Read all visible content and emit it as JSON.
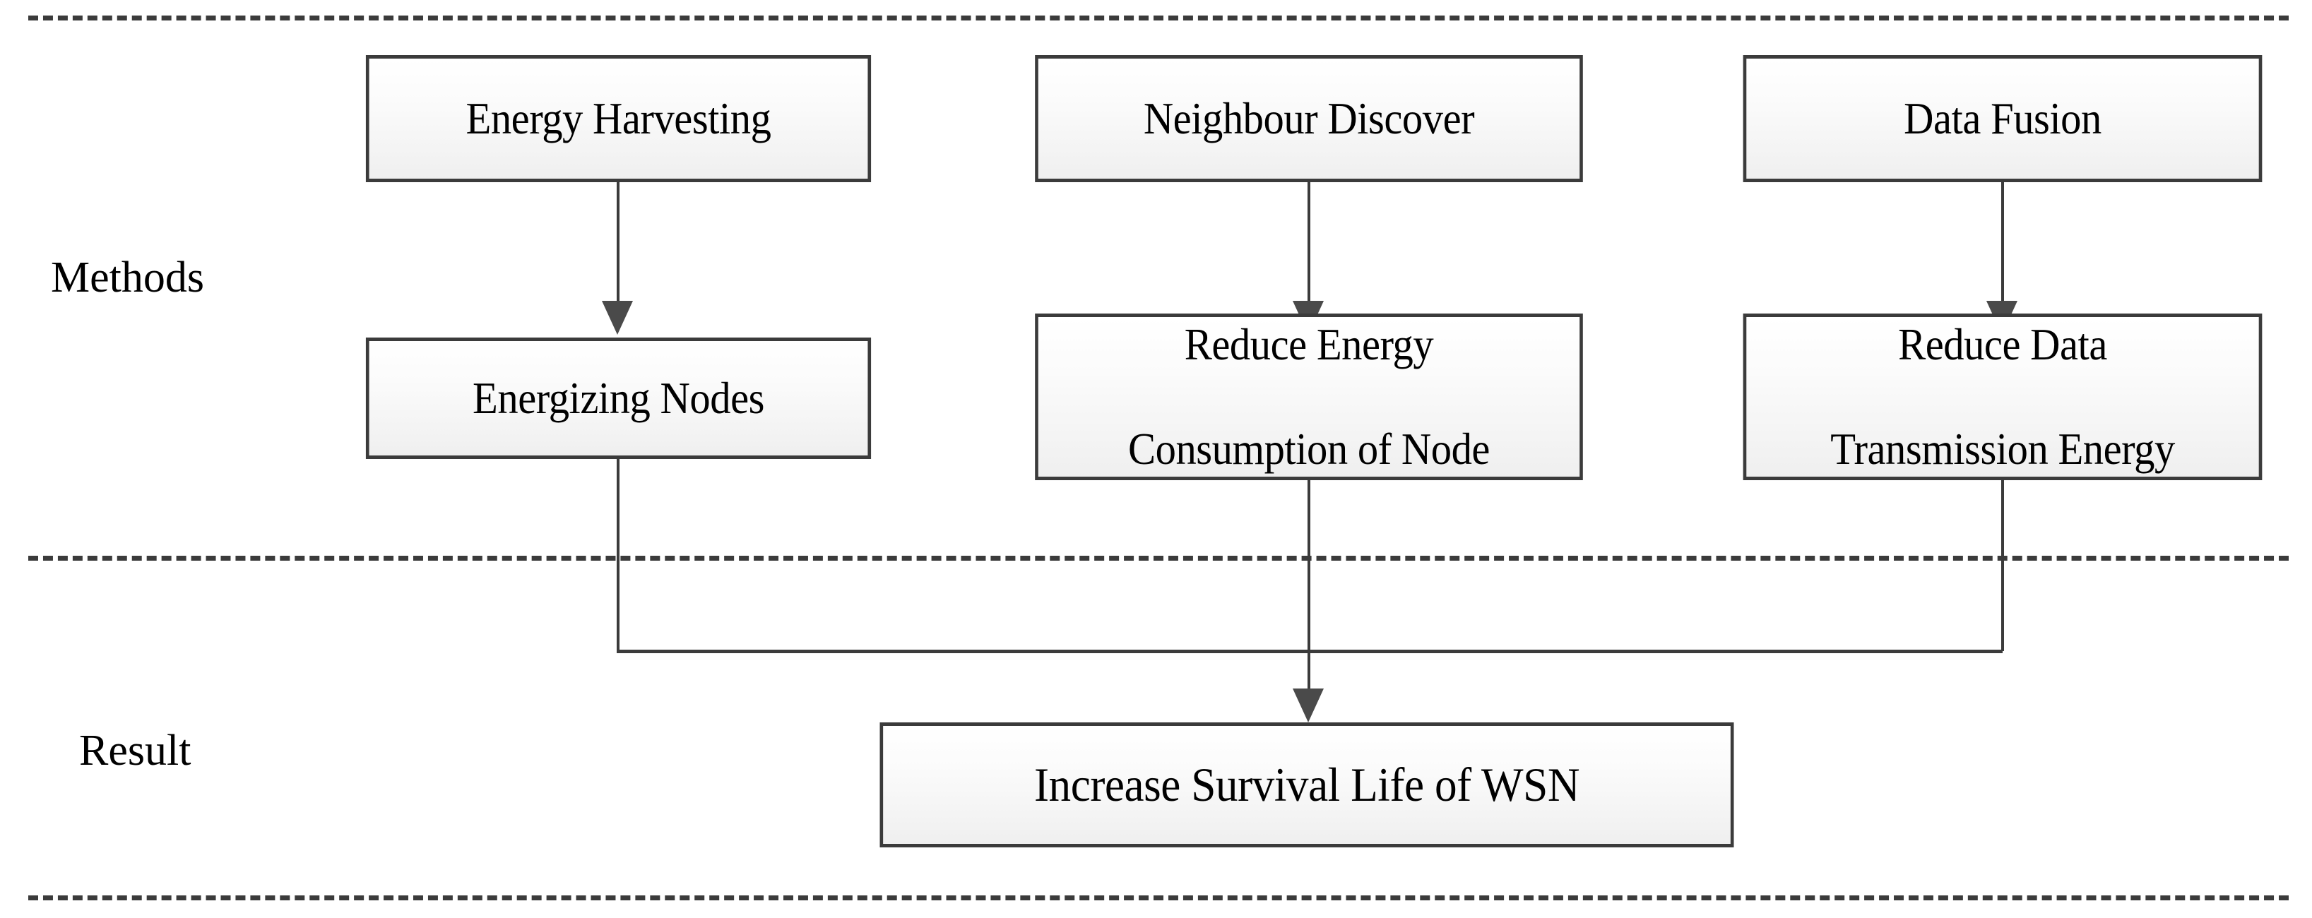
{
  "diagram": {
    "title": "Methods and Result flow for increasing WSN survival life",
    "sections": [
      {
        "id": "methods",
        "label": "Methods"
      },
      {
        "id": "result",
        "label": "Result"
      }
    ],
    "colors": {
      "box_border": "#3b3b3b",
      "box_fill_top": "#ffffff",
      "box_fill_bottom": "#efefef",
      "connector": "#3b3b3b",
      "arrowhead": "#4a4a4a",
      "divider": "#3b3b3b",
      "text": "#000000",
      "background": "#ffffff"
    },
    "methods": {
      "row1": [
        {
          "id": "energy-harvesting",
          "label": "Energy Harvesting"
        },
        {
          "id": "neighbour-discover",
          "label": "Neighbour Discover"
        },
        {
          "id": "data-fusion",
          "label": "Data Fusion"
        }
      ],
      "row2": [
        {
          "id": "energizing-nodes",
          "line1": "Energizing Nodes",
          "line2": ""
        },
        {
          "id": "reduce-energy",
          "line1": "Reduce Energy",
          "line2": "Consumption of Node"
        },
        {
          "id": "reduce-data",
          "line1": "Reduce Data",
          "line2": "Transmission Energy"
        }
      ]
    },
    "result": {
      "box": {
        "id": "increase-survival",
        "label": "Increase Survival Life of WSN"
      }
    },
    "edges": [
      {
        "from": "energy-harvesting",
        "to": "energizing-nodes",
        "arrow": "down"
      },
      {
        "from": "neighbour-discover",
        "to": "reduce-energy",
        "arrow": "down"
      },
      {
        "from": "data-fusion",
        "to": "reduce-data",
        "arrow": "down"
      },
      {
        "from": "energizing-nodes",
        "to": "increase-survival",
        "arrow": "down"
      },
      {
        "from": "reduce-energy",
        "to": "increase-survival",
        "arrow": "down"
      },
      {
        "from": "reduce-data",
        "to": "increase-survival",
        "arrow": "down"
      }
    ],
    "dividers": [
      {
        "id": "divider-top",
        "style": "dashed"
      },
      {
        "id": "divider-middle",
        "style": "dashed"
      },
      {
        "id": "divider-bottom",
        "style": "dashed"
      }
    ]
  }
}
